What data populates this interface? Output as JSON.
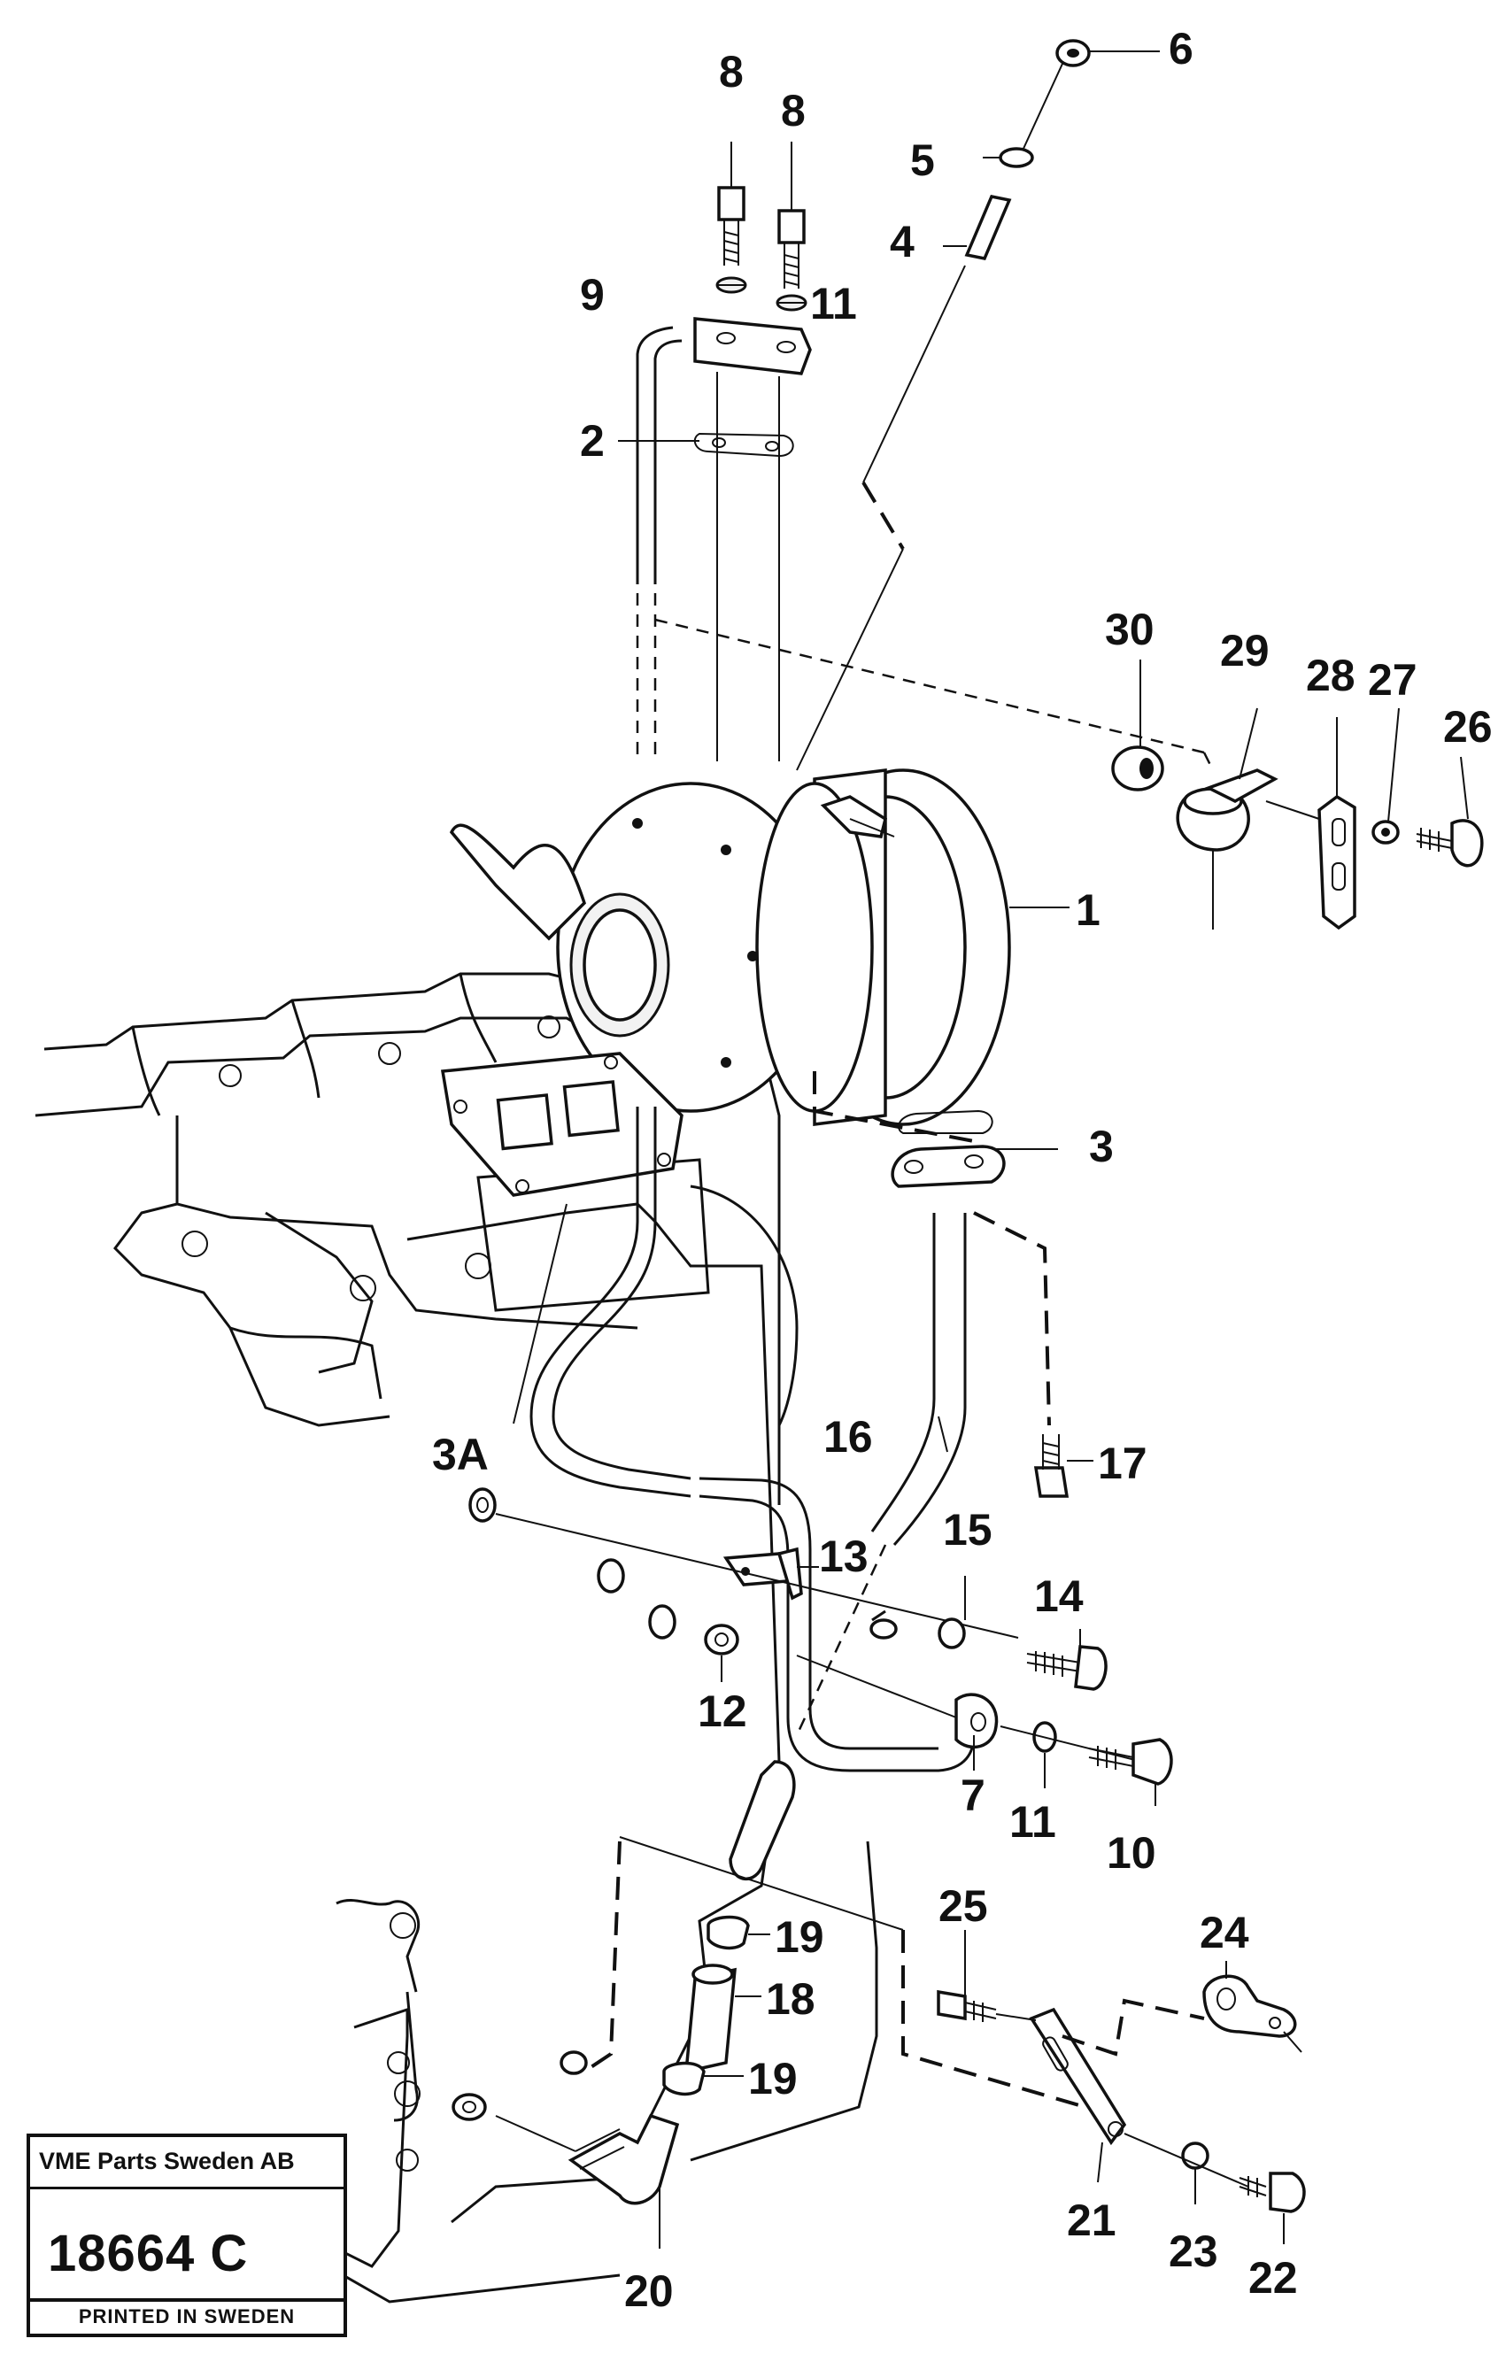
{
  "callouts": [
    "1",
    "2",
    "3",
    "3A",
    "4",
    "5",
    "6",
    "7",
    "8",
    "8",
    "9",
    "10",
    "11",
    "11",
    "12",
    "13",
    "14",
    "15",
    "16",
    "17",
    "18",
    "19",
    "19",
    "20",
    "21",
    "22",
    "23",
    "24",
    "25",
    "26",
    "27",
    "28",
    "29",
    "30"
  ],
  "stamp": {
    "company": "VME Parts Sweden AB",
    "number": "18664 C",
    "printed": "PRINTED IN SWEDEN"
  }
}
